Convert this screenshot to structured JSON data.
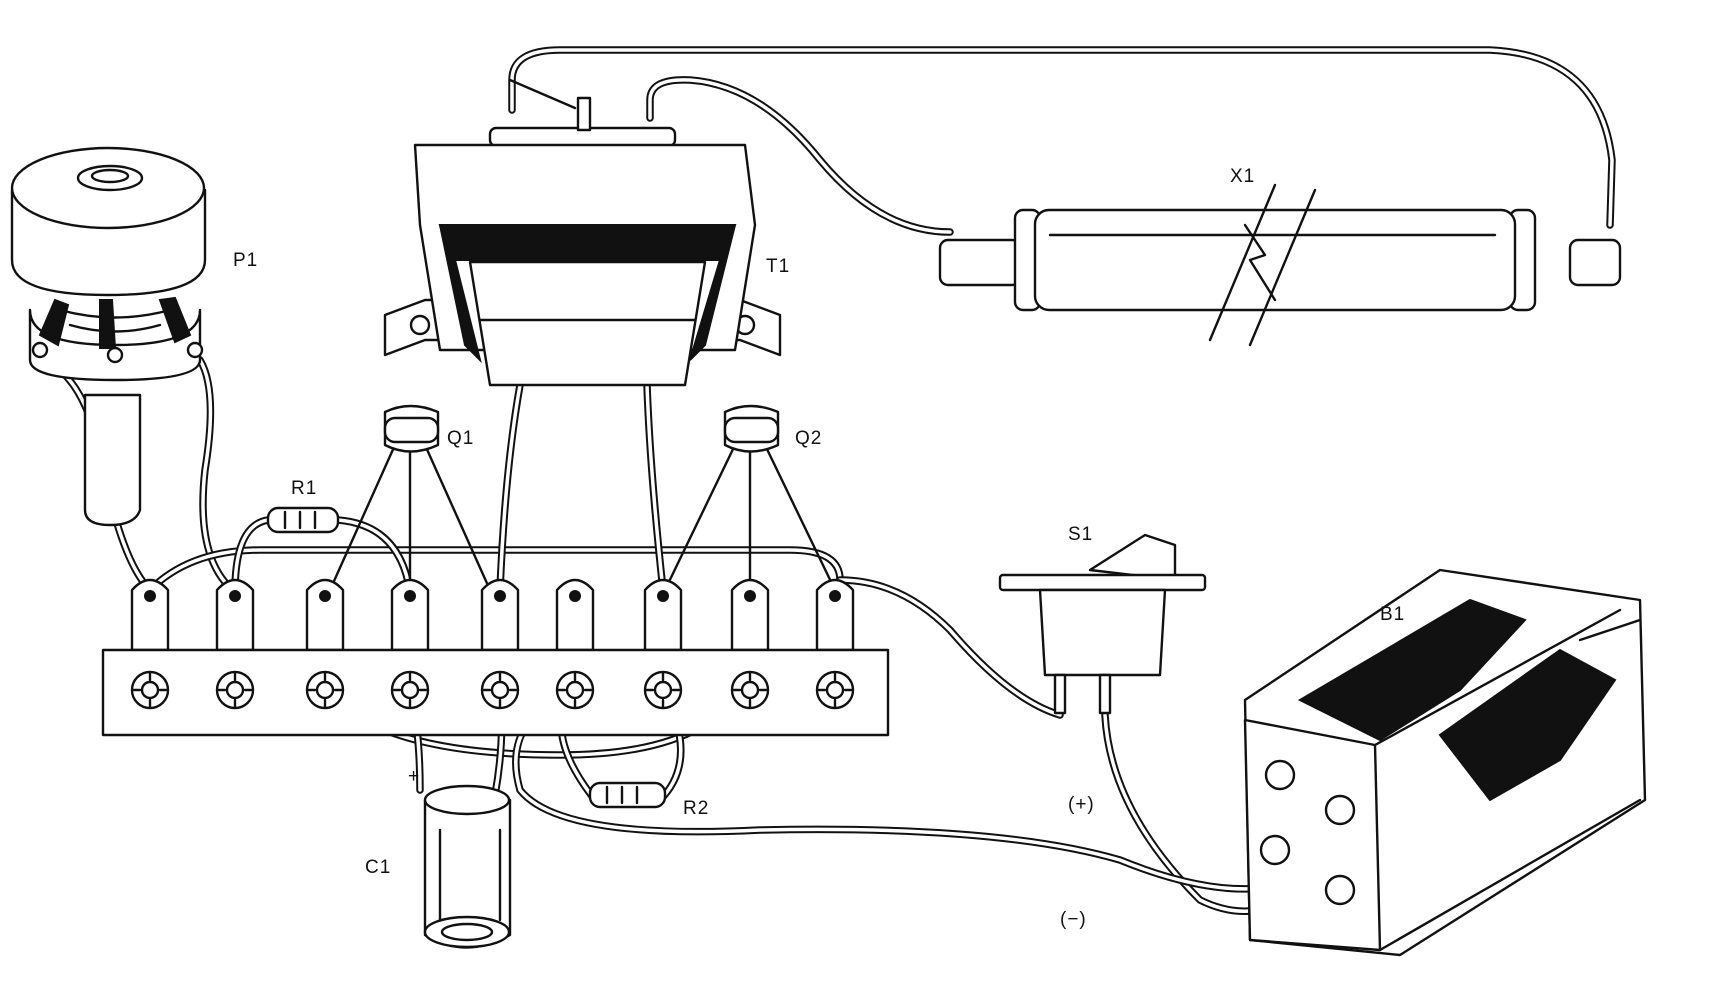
{
  "labels": {
    "p1": "P1",
    "t1": "T1",
    "x1": "X1",
    "q1": "Q1",
    "q2": "Q2",
    "r1": "R1",
    "r2": "R2",
    "s1": "S1",
    "b1": "B1",
    "c1": "C1",
    "c1_plus": "+",
    "plus": "(+)",
    "minus": "(−)"
  }
}
